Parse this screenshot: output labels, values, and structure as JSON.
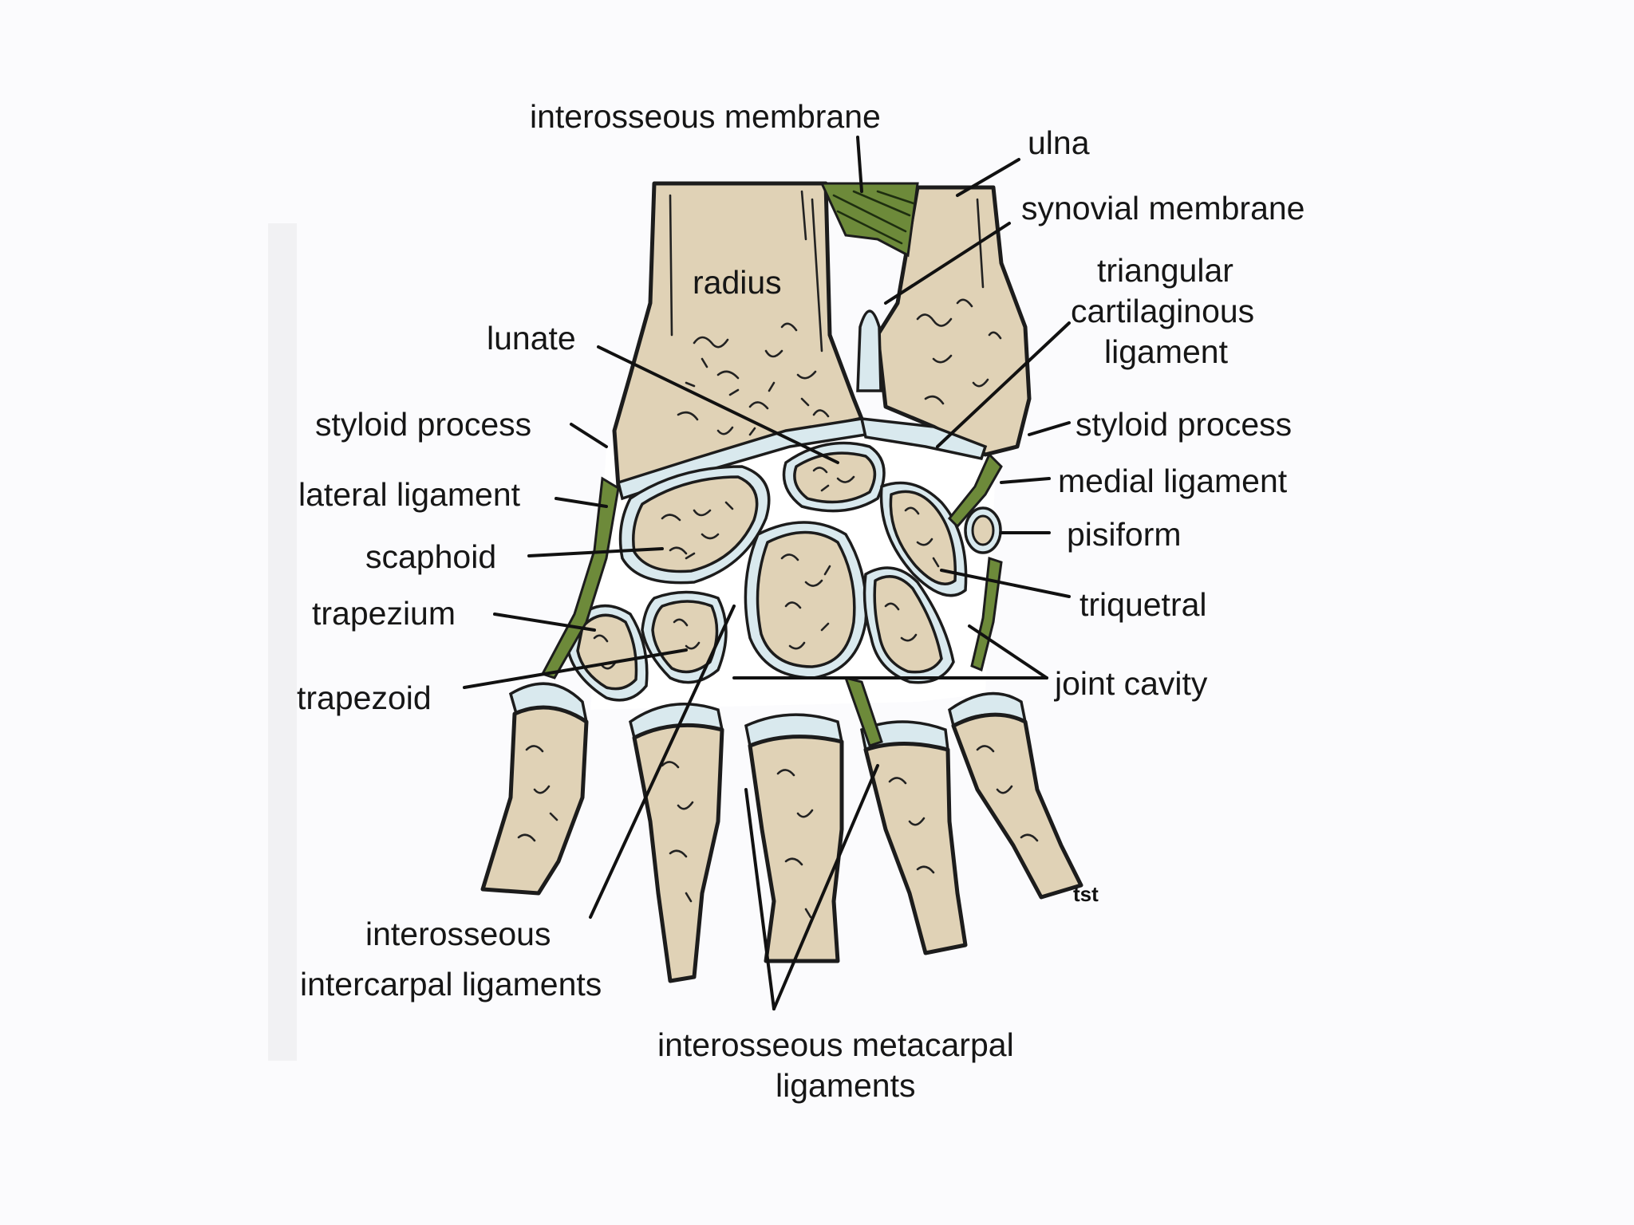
{
  "figure": {
    "labels": {
      "interosseous_membrane": "interosseous membrane",
      "ulna": "ulna",
      "synovial_membrane": "synovial membrane",
      "triangular_1": "triangular",
      "triangular_2": "cartilaginous",
      "triangular_3": "ligament",
      "radius": "radius",
      "lunate": "lunate",
      "styloid_left": "styloid process",
      "styloid_right": "styloid process",
      "lateral_ligament": "lateral ligament",
      "medial_ligament": "medial ligament",
      "scaphoid": "scaphoid",
      "pisiform": "pisiform",
      "trapezium": "trapezium",
      "triquetral": "triquetral",
      "trapezoid": "trapezoid",
      "joint_cavity": "joint cavity",
      "intercarpal_1": "interosseous",
      "intercarpal_2": "intercarpal ligaments",
      "metacarpal_1": "interosseous metacarpal",
      "metacarpal_2": "ligaments",
      "signature": "tst"
    },
    "colors": {
      "bone": "#e0d2b6",
      "cartilage": "#d9e9ee",
      "ligament": "#6d8a3a",
      "background": "#fbfbfd"
    }
  }
}
